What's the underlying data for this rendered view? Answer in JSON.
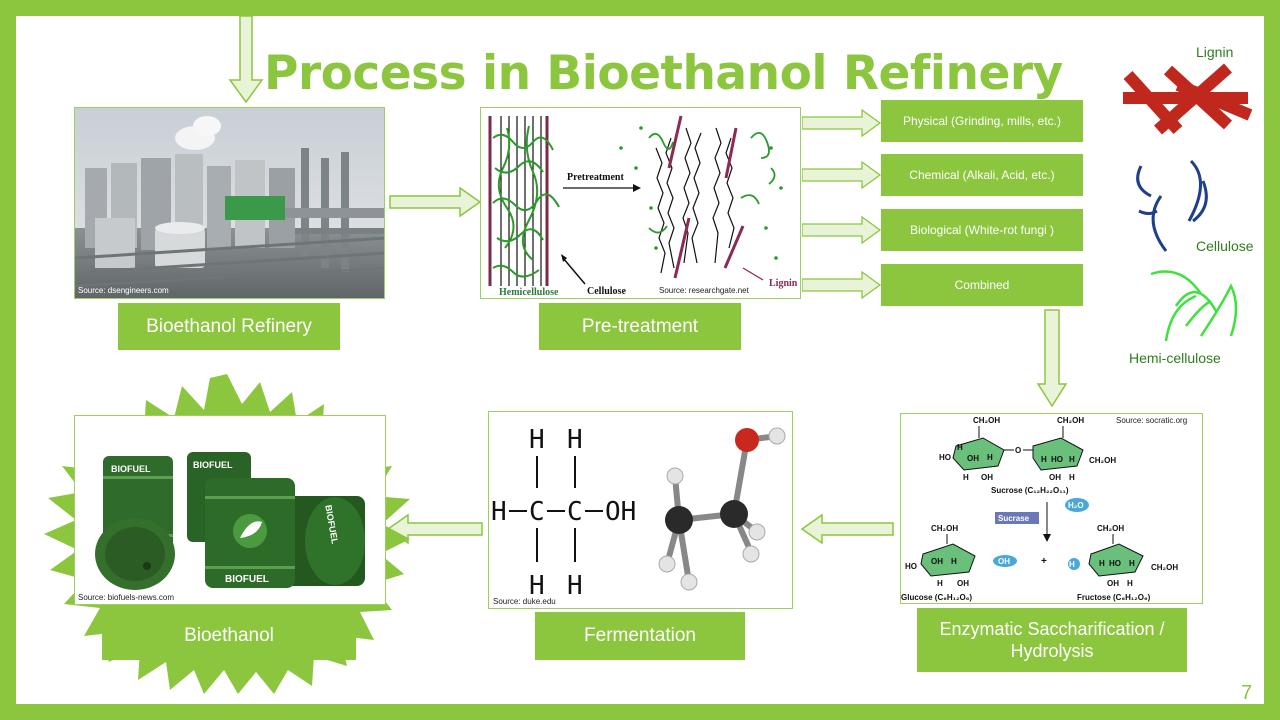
{
  "title": "Process in Bioethanol Refinery",
  "page_number": "7",
  "steps": {
    "refinery": {
      "label": "Bioethanol Refinery",
      "source": "Source: dsengineers.com"
    },
    "pretreatment": {
      "label": "Pre-treatment",
      "source": "Source: researchgate.net"
    },
    "hydrolysis": {
      "label": "Enzymatic Saccharification / Hydrolysis",
      "source": "Source: socratic.org"
    },
    "fermentation": {
      "label": "Fermentation",
      "source": "Source: duke.edu"
    },
    "bioethanol": {
      "label": "Bioethanol",
      "source": "Source: biofuels-news.com"
    }
  },
  "pretreatment_methods": [
    "Physical (Grinding, mills, etc.)",
    "Chemical (Alkali, Acid, etc.)",
    "Biological  (White-rot fungi )",
    "Combined"
  ],
  "pretreatment_diagram": {
    "arrow_label": "Pretreatment",
    "hemicellulose": "Hemicellulose",
    "cellulose": "Cellulose",
    "lignin": "Lignin"
  },
  "legend": {
    "lignin": "Lignin",
    "cellulose": "Cellulose",
    "hemicellulose": "Hemi-cellulose"
  },
  "hydrolysis_diagram": {
    "ch2oh": "CH₂OH",
    "sucrose": "Sucrose (C₁₂H₂₂O₁₁)",
    "water": "H₂O",
    "enzyme": "Sucrase",
    "glucose": "Glucose (C₆H₁₂O₆)",
    "fructose": "Fructose (C₆H₁₂O₆)",
    "plus": "+"
  },
  "ethanol_formula": {
    "h": "H",
    "c": "C",
    "oh": "OH"
  },
  "barrel_text": "BIOFUEL",
  "colors": {
    "green": "#8cc63f",
    "lignin": "#c0281e",
    "cellulose": "#1f3f8a",
    "hemicellulose": "#3de23d"
  }
}
